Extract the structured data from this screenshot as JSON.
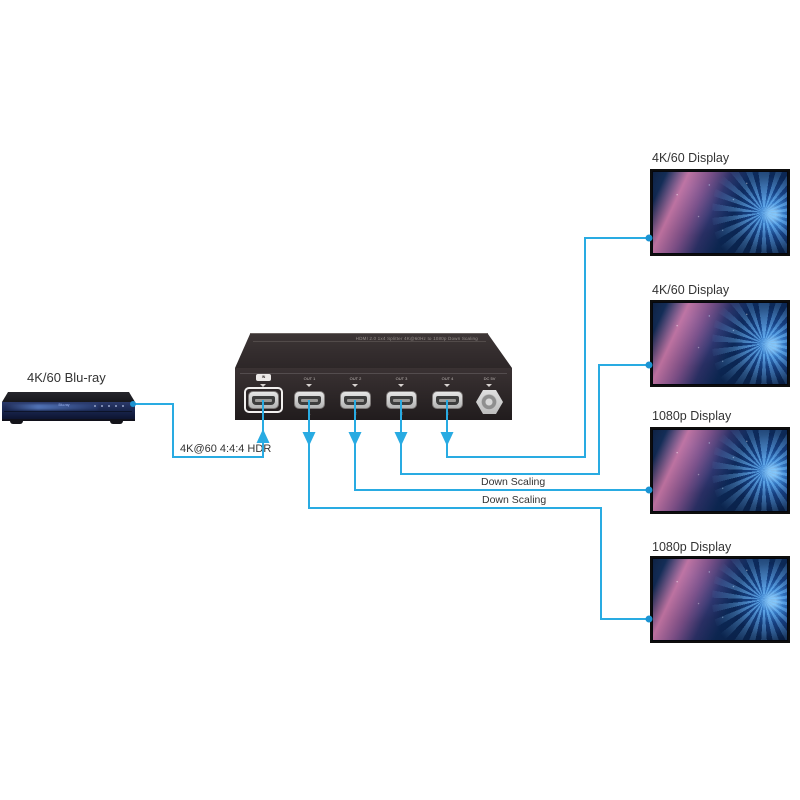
{
  "source_device": {
    "label": "4K/60 Blu-ray",
    "logo": "Blu-ray"
  },
  "input_connection": {
    "label": "4K@60 4:4:4 HDR"
  },
  "splitter": {
    "top_text": "HDMI 2.0 1x4 Splitter 4K@60Hz to 1080p Down Scaling",
    "port_labels": [
      "IN",
      "OUT 1",
      "OUT 2",
      "OUT 3",
      "OUT 4",
      "DC 5V"
    ],
    "port_numbers": [
      "1",
      "2",
      "3",
      "4"
    ]
  },
  "downscale_labels": [
    "Down Scaling",
    "Down Scaling"
  ],
  "displays": [
    {
      "label": "4K/60 Display"
    },
    {
      "label": "4K/60 Display"
    },
    {
      "label": "1080p Display"
    },
    {
      "label": "1080p Display"
    }
  ],
  "colors": {
    "cable": "#29abe2",
    "node_dot": "#1c93d2",
    "label_text": "#333333",
    "device_body": "#2e2829",
    "display_frame": "#0d0d0d",
    "bluray_front": "#1a2750"
  }
}
